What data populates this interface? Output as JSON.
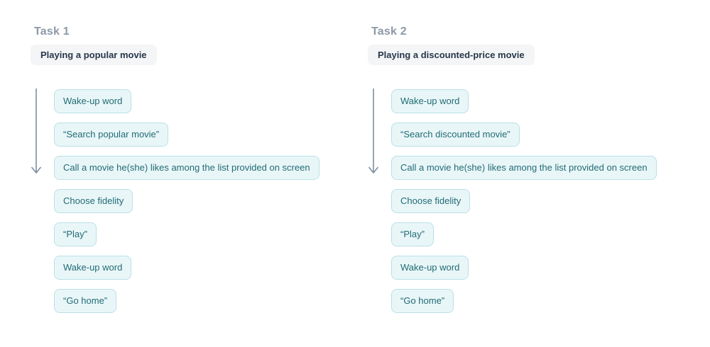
{
  "tasks": [
    {
      "title": "Task 1",
      "subtitle": "Playing a popular movie",
      "steps": [
        "Wake-up word",
        "“Search popular movie”",
        "Call a movie he(she) likes among the list provided on screen",
        "Choose fidelity",
        "“Play”",
        "Wake-up word",
        "“Go home”"
      ]
    },
    {
      "title": "Task 2",
      "subtitle": "Playing a discounted-price movie",
      "steps": [
        "Wake-up word",
        "“Search discounted movie”",
        "Call a movie he(she) likes among the list provided on screen",
        "Choose fidelity",
        "“Play”",
        "Wake-up word",
        "“Go home”"
      ]
    }
  ],
  "icons": {
    "down_arrow": "↓"
  },
  "colors": {
    "page_background": "#ffffff",
    "step_background": "#e9f6f8",
    "step_border": "#b9e0e6",
    "step_text": "#216b75",
    "title_text": "#8d99a7",
    "subtitle_background": "#f4f5f6",
    "subtitle_text": "#27374b",
    "arrow": "#7e8da0"
  }
}
